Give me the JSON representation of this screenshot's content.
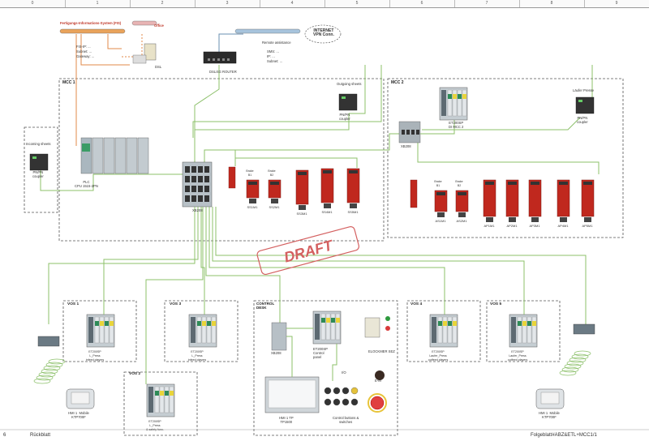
{
  "ruler": [
    "0",
    "1",
    "2",
    "3",
    "4",
    "5",
    "6",
    "7",
    "8",
    "9"
  ],
  "top": {
    "it_systems": "Fertigungs-Informations-System (FIS)",
    "office": "Office",
    "it_lines": [
      "FIS-IP: ...",
      "Subnet: ...",
      "Gateway: ..."
    ],
    "dsl_label": "DSL",
    "router_label": "DSL/4G ROUTER",
    "remote_label": "Remote assistance",
    "remote_lines": [
      "SMS: ...",
      "IP: ...",
      "Subnet: ..."
    ],
    "internet_cloud": "INTERNET\nVPN Conn."
  },
  "mcc1": {
    "title": "MCC 1",
    "incoming": "Incoming sheets",
    "incoming_coupler": "PN/PN\ncoupler",
    "outgoing": "Outgoing sheets",
    "outgoing_coupler": "PN/PN\ncoupler",
    "plc": "PLC\nCPU 1515-2PN",
    "switch": "XB208",
    "drives": [
      "SS1M1",
      "SS2M1",
      "SS3M1",
      "SS4M1",
      "SS5M1"
    ],
    "brakes": [
      "Brake\nB1",
      "Brake\nB2"
    ]
  },
  "mcc2": {
    "title": "MCC 2",
    "et": "ET200SP\nDI MCC 2",
    "laufer": "Läufer Presse",
    "laufer_coupler": "PN/PN\ncoupler",
    "switch": "XB208",
    "drives": [
      "AS1M1",
      "AS2M1",
      "AP1M1",
      "AP2M1",
      "AP3M1",
      "AP4M1",
      "AP5M1"
    ],
    "brakes": [
      "Brake\nB1",
      "Brake\nB2"
    ]
  },
  "draft": "DRAFT",
  "vos": [
    {
      "title": "VOS 1",
      "et": "ET200SP\nL_Press\ninfeed players"
    },
    {
      "title": "VOS 3",
      "et": "ET200SP\nL_Press\ninfeed players"
    },
    {
      "title": "VOS 2",
      "et": "ET200SP\nL_Press\n& safety func."
    },
    {
      "title": "VOS 4",
      "et": "ET200SP\nLaufer_Press\noutfeed players"
    },
    {
      "title": "VOS 5",
      "et": "ET200SP\nLaufer_Press\noutfeed players"
    }
  ],
  "desk": {
    "title": "CONTROL\nDESK",
    "switch": "XB208",
    "et": "ET200SP\nControl\npanel",
    "hmi": "HMI 1 TP\nTP1500",
    "buttons": "Control buttons &\nswitches",
    "key": "ELOCKMER SEZ",
    "e_stop": "E-M",
    "io_label": "I/O"
  },
  "hmi_left": "HMI 1  Mobile\nKTP700F",
  "hmi_right": "HMI 1  Mobile\nKTP700F",
  "footer": {
    "page": "6",
    "back": "Rückblatt",
    "ref": "Folgeblatt#ABZ&ETL+MCC1/1"
  },
  "colors": {
    "network": "#8cc06a",
    "it_line": "#e08a4a",
    "drive_red": "#c0281e",
    "draft_red": "#d46060"
  }
}
